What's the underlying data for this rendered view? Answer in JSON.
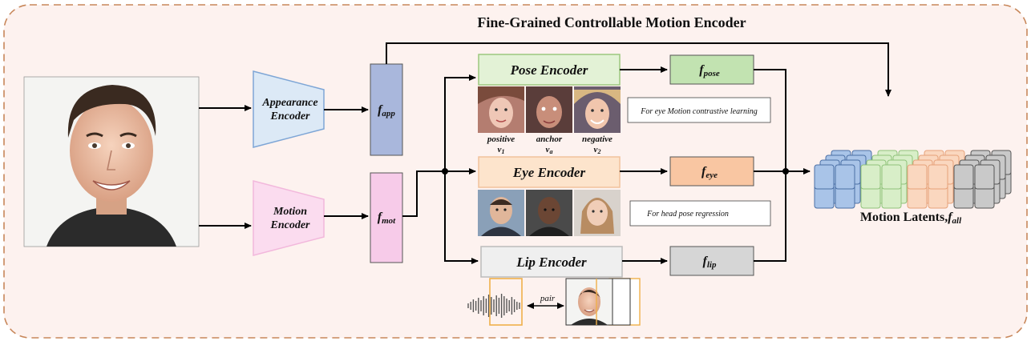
{
  "title": "Fine-Grained Controllable Motion Encoder",
  "appearance_encoder": {
    "line1": "Appearance",
    "line2": "Encoder"
  },
  "motion_encoder": {
    "line1": "Motion",
    "line2": "Encoder"
  },
  "f_app": {
    "base": "f",
    "sub": "app"
  },
  "f_mot": {
    "base": "f",
    "sub": "mot"
  },
  "pose_encoder": "Pose Encoder",
  "eye_encoder": "Eye Encoder",
  "lip_encoder": "Lip Encoder",
  "f_pose": {
    "base": "f",
    "sub": "pose"
  },
  "f_eye": {
    "base": "f",
    "sub": "eye"
  },
  "f_lip": {
    "base": "f",
    "sub": "lip"
  },
  "note_eye": "For eye Motion contrastive learning",
  "note_head": "For head pose regression",
  "eye_samples": {
    "positive": {
      "word": "positive",
      "sym": "v",
      "sub": "1"
    },
    "anchor": {
      "word": "anchor",
      "sym": "v",
      "sub": "a"
    },
    "negative": {
      "word": "negative",
      "sym": "v",
      "sub": "2"
    }
  },
  "pair_label": "pair",
  "motion_latents": {
    "prefix": "Motion Latents,",
    "base": "f",
    "sub": "all"
  },
  "colors": {
    "frame_border": "#c8875a",
    "frame_fill": "#fdf2ef",
    "appearance": "#dce9f6",
    "motion": "#fbdcef",
    "f_app": "#a9b7dc",
    "f_mot": "#f7cbe9",
    "pose": "#e3f2d6",
    "eye": "#fde4cc",
    "lip": "#efefef",
    "f_pose": "#c2e3b1",
    "f_eye": "#f9c6a2",
    "f_lip": "#d6d6d6",
    "latent_blue": "#a9c4e8",
    "latent_green": "#d8eec8",
    "latent_orange": "#fad7bf",
    "latent_gray": "#c9c9c9"
  }
}
